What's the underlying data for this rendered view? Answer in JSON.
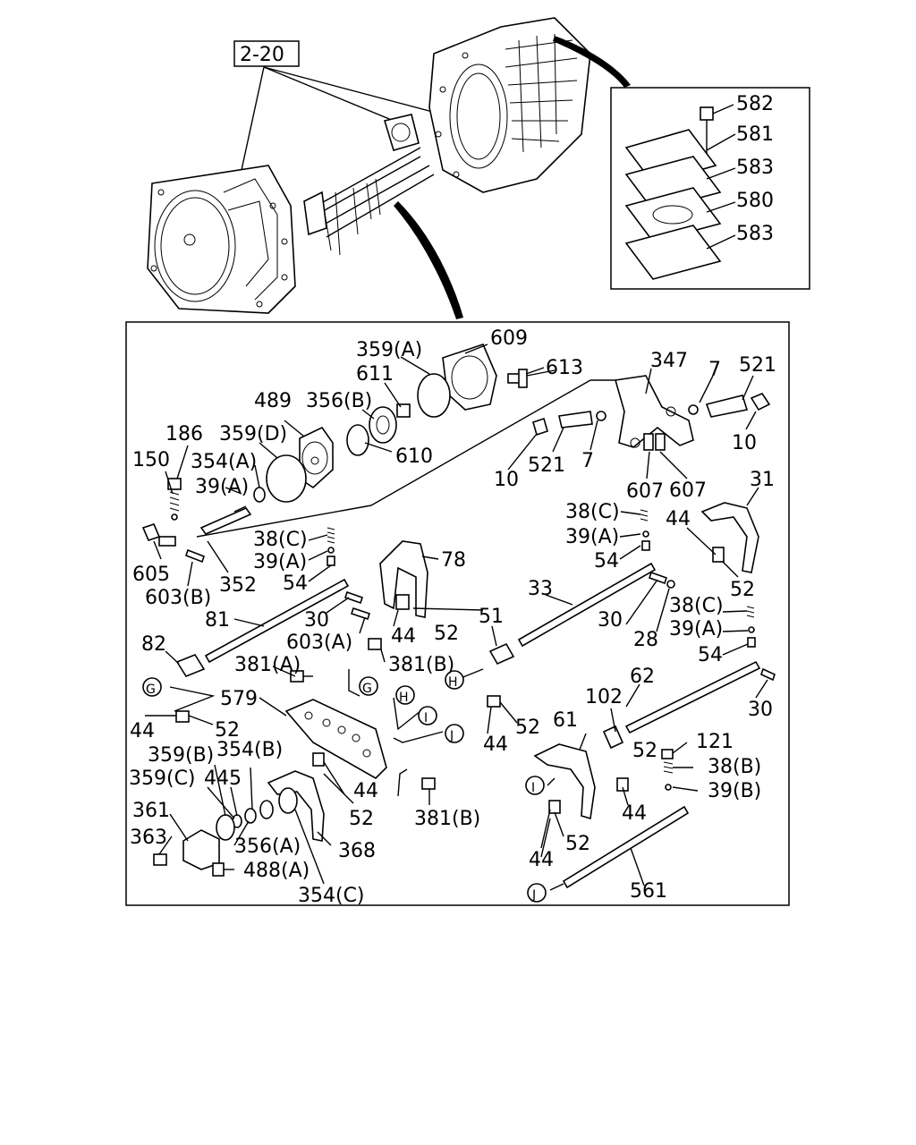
{
  "ref_box": "2-20",
  "inset": {
    "labels": [
      "582",
      "581",
      "583",
      "580",
      "583"
    ]
  },
  "labels": {
    "l359A_top": "359(A)",
    "l609": "609",
    "l611": "611",
    "l613": "613",
    "l347": "347",
    "l7a": "7",
    "l521a": "521",
    "l489": "489",
    "l356B": "356(B)",
    "l186": "186",
    "l359D": "359(D)",
    "l610": "610",
    "l10a": "10",
    "l150": "150",
    "l354A": "354(A)",
    "l39A_a": "39(A)",
    "l10b": "10",
    "l521b": "521",
    "l7b": "7",
    "l607a": "607",
    "l607b": "607",
    "l31": "31",
    "l38C_a": "38(C)",
    "l39A_b": "39(A)",
    "l44a": "44",
    "l38C_b": "38(C)",
    "l39A_c": "39(A)",
    "l54a": "54",
    "l54b": "54",
    "l605": "605",
    "l352": "352",
    "l603B": "603(B)",
    "l78": "78",
    "l52a": "52",
    "l33": "33",
    "l81": "81",
    "l30a": "30",
    "l603A": "603(A)",
    "l44b": "44",
    "l52b": "52",
    "l51": "51",
    "l30b": "30",
    "l28": "28",
    "l38C_c": "38(C)",
    "l39A_d": "39(A)",
    "l54c": "54",
    "l82": "82",
    "l381A": "381(A)",
    "l381B_a": "381(B)",
    "l62": "62",
    "l579": "579",
    "l102": "102",
    "l30c": "30",
    "l44c": "44",
    "l52c": "52",
    "l52d": "52",
    "l44d": "44",
    "l61": "61",
    "l359B": "359(B)",
    "l354B": "354(B)",
    "l52e": "52",
    "l121": "121",
    "l359C": "359(C)",
    "l445": "445",
    "l38B": "38(B)",
    "l44e": "44",
    "l39B": "39(B)",
    "l361": "361",
    "l52f": "52",
    "l381B_b": "381(B)",
    "l44f": "44",
    "l363": "363",
    "l356A": "356(A)",
    "l368": "368",
    "l52g": "52",
    "l488A": "488(A)",
    "l44g": "44",
    "l354C": "354(C)",
    "l561": "561"
  },
  "callouts": {
    "G": "G",
    "H": "H",
    "I": "I",
    "J": "J"
  }
}
